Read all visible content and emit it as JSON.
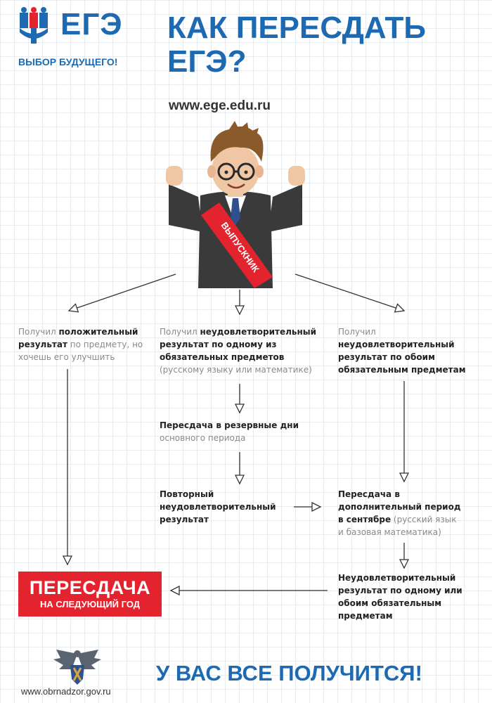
{
  "header": {
    "logo_text": "ЕГЭ",
    "logo_slogan": "ВЫБОР БУДУЩЕГО!",
    "title_line1": "КАК ПЕРЕСДАТЬ",
    "title_line2": "ЕГЭ?",
    "site_url": "www.ege.edu.ru"
  },
  "illustration": {
    "sash_text": "ВЫПУСКНИК"
  },
  "branches": {
    "left": {
      "part1": "Получил ",
      "bold": "положительный результат",
      "part2": " по предмету,",
      "part3": "но хочешь его улучшить"
    },
    "middle": {
      "part1": "Получил ",
      "bold": "неудовлетворительный результат по одному из обязательных предметов",
      "gray": "(русскому языку или математике)"
    },
    "right": {
      "part1": "Получил",
      "bold": "неудовлетворительный результат по обоим обязательным предметам"
    }
  },
  "steps": {
    "reserve_bold": "Пересдача в резервные дни",
    "reserve_gray": "основного периода",
    "repeat_fail": "Повторный неудовлетворительный результат",
    "september_bold": "Пересдача в дополнительный период в сентябре",
    "september_gray": "(русский язык и базовая математика)",
    "final_fail": "Неудовлетворительный результат по одному или обоим обязательным предметам"
  },
  "retake_box": {
    "big": "ПЕРЕСДАЧА",
    "small": "НА СЛЕДУЮЩИЙ ГОД"
  },
  "footer": {
    "slogan": "У ВАС ВСЕ ПОЛУЧИТСЯ!",
    "url": "www.obrnadzor.gov.ru"
  },
  "colors": {
    "brand_blue": "#1d6ab3",
    "accent_red": "#e3232d"
  }
}
